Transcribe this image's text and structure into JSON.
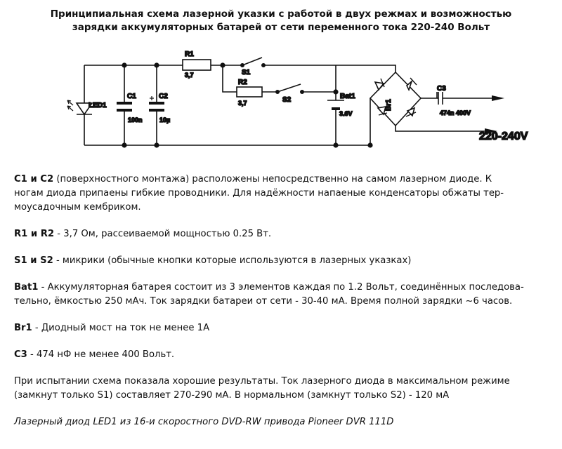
{
  "title": {
    "line1": "Принципиальная схема лазерной указки с работой в двух режмах и возможностью",
    "line2": "зарядки аккумуляторных батарей от сети переменного тока 220-240 Вольт"
  },
  "schematic": {
    "led1": "LED1",
    "c1": "C1",
    "c1_value": "100n",
    "c2": "C2",
    "c2_value": "10µ",
    "r1": "R1",
    "r1_value": "3,7",
    "s1": "S1",
    "r2": "R2",
    "r2_value": "3,7",
    "s2": "S2",
    "bat1": "Bat1",
    "bat1_value": "3.6V",
    "br1": "Br1",
    "c3": "C3",
    "c3_value": "474n 400V",
    "mains": "220-240V"
  },
  "notes": {
    "p1_bold": "C1 и C2",
    "p1_l1": " (поверхностного монтажа) расположены непосредственно на самом лазерном диоде. К",
    "p1_l2": "ногам диода припаены гибкие проводники. Для надёжности напаеные конденсаторы обжаты тер-",
    "p1_l3": "моусадочным кембриком.",
    "p2_bold": "R1 и R2",
    "p2_text": " - 3,7 Ом, рассеиваемой мощностью 0.25 Вт.",
    "p3_bold": "S1 и S2",
    "p3_text": " - микрики (обычные кнопки которые используются в лазерных указках)",
    "p4_bold": "Bat1",
    "p4_l1": " - Аккумуляторная батарея состоит из 3 элементов каждая по 1.2 Вольт, соединённых последова-",
    "p4_l2": "тельно, ёмкостью 250 мАч. Ток зарядки батареи от сети - 30-40 мА. Время полной зарядки ~6 часов.",
    "p5_bold": "Br1",
    "p5_text": " - Диодный мост на ток не менее 1А",
    "p6_bold": "C3",
    "p6_text": " - 474 нФ не менее 400 Вольт.",
    "p7_l1": "При испытании схема показала хорошие результаты. Ток лазерного диода в максимальном режиме",
    "p7_l2": "(замкнут только S1) составляет 270-290 мА. В нормальном (замкнут только S2) - 120 мА",
    "p8": "Лазерный диод LED1 из 16-и скоростного DVD-RW привода Pioneer DVR 111D"
  }
}
